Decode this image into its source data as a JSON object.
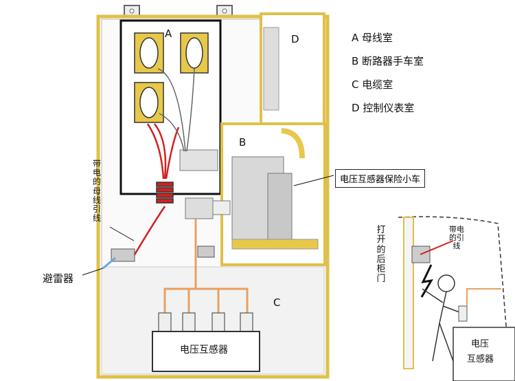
{
  "compartments": {
    "a": "A",
    "b": "B",
    "c": "C",
    "d": "D"
  },
  "legend": [
    "A 母线室",
    "B 断路器手车室",
    "C 电缆室",
    "D 控制仪表室"
  ],
  "callouts": {
    "live_busbar_lead": "带电的母线引线",
    "surge_arrester": "避雷器",
    "pt_fuse_truck": "电压互感器保险小车",
    "voltage_transformer": "电压互感器"
  },
  "inset": {
    "open_rear_door": "打开的后柜门",
    "live_lead": "带电的引线",
    "vt_line1": "电压",
    "vt_line2": "互感器"
  },
  "colors": {
    "cabinet_frame": "#e8c84a",
    "busbar_red": "#d32020",
    "cable_orange": "#e8a060",
    "arrester_blue": "#6aa6e0",
    "panel_gray": "#cfcfcf"
  }
}
